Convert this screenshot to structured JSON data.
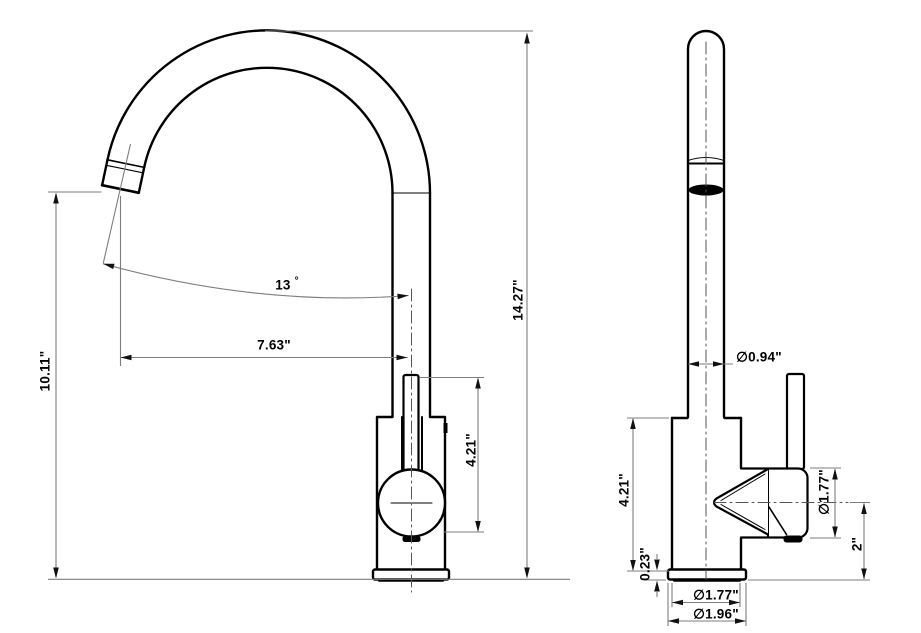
{
  "drawing": {
    "type": "faucet-technical-drawing",
    "dimensions": {
      "front_view": {
        "spout_height": "10.11\"",
        "spout_reach": "7.63\"",
        "spout_angle_value": "13",
        "spout_angle_unit": "°",
        "overall_height": "14.27\"",
        "handle_top_height": "4.21\""
      },
      "side_view": {
        "spout_diameter": "∅0.94\"",
        "body_height": "4.21\"",
        "base_plate_thickness": "0.23\"",
        "handle_diameter": "∅1.77\"",
        "handle_center_height": "2\"",
        "body_diameter": "∅1.77\"",
        "base_diameter": "∅1.96\""
      }
    }
  }
}
